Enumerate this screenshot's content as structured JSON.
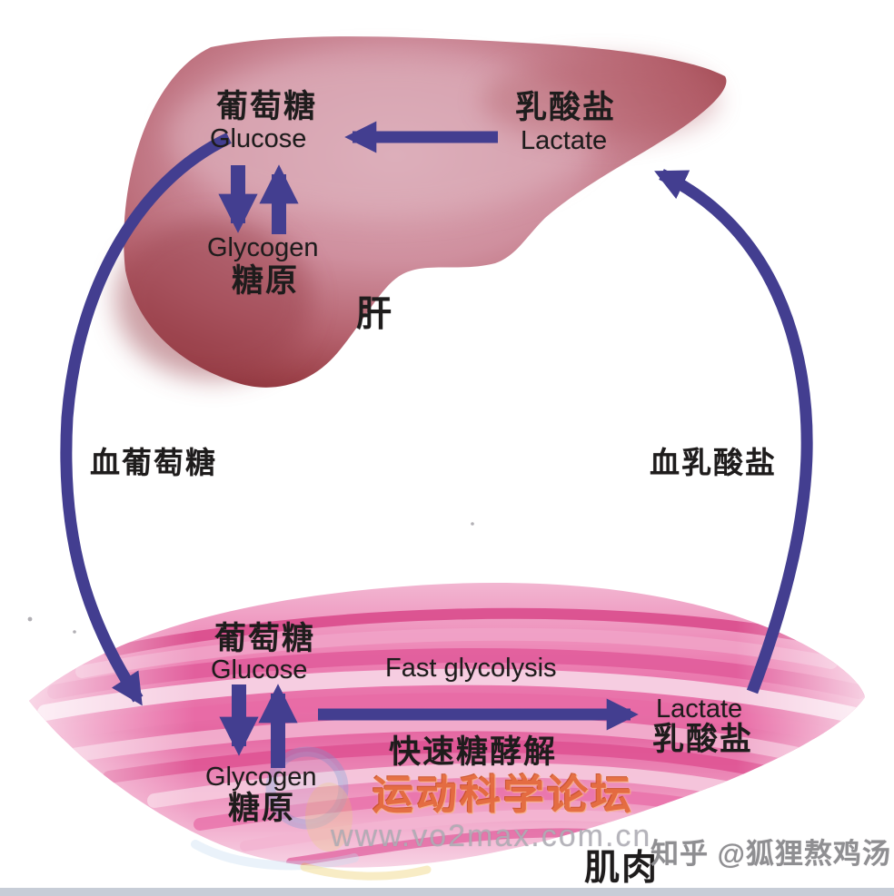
{
  "diagram_subject": "Cori cycle between liver and muscle",
  "liver": {
    "organ_label_cn": "肝",
    "glucose_cn": "葡萄糖",
    "glucose_en": "Glucose",
    "lactate_cn": "乳酸盐",
    "lactate_en": "Lactate",
    "glycogen_en": "Glycogen",
    "glycogen_cn": "糖原"
  },
  "muscle": {
    "organ_label_cn": "肌肉",
    "glucose_cn": "葡萄糖",
    "glucose_en": "Glucose",
    "glycogen_en": "Glycogen",
    "glycogen_cn": "糖原",
    "fast_glycolysis_en": "Fast glycolysis",
    "fast_glycolysis_cn": "快速糖酵解",
    "lactate_en": "Lactate",
    "lactate_cn": "乳酸盐"
  },
  "blood": {
    "blood_glucose_cn": "血葡萄糖",
    "blood_lactate_cn": "血乳酸盐"
  },
  "watermark": {
    "forum_name": "运动科学论坛",
    "website": "www.vo2max.com.cn",
    "credit": "知乎 @狐狸熬鸡汤"
  },
  "colors": {
    "arrow_blue": "#433e90",
    "liver_edge_red": "#8e343c",
    "liver_inner_pink": "#d6a3af",
    "muscle_hot_pink": "#e05a9a",
    "muscle_light_pink": "#f6cbdf",
    "watermark_orange": "#e46a38",
    "watermark_gray": "#aeacb4",
    "credit_gray": "#8f8f92",
    "text_black": "#1e1c1c",
    "bottom_bar_gray": "#c7cdd7"
  }
}
